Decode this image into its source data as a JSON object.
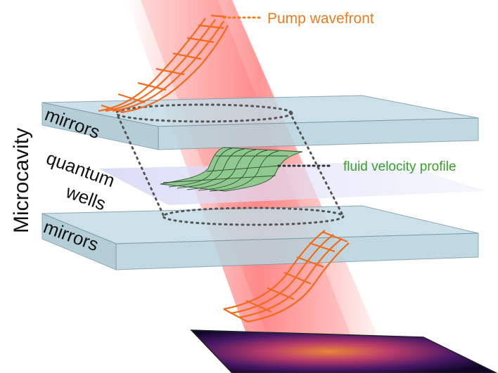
{
  "labels": {
    "pump_wavefront": "Pump wavefront",
    "fluid_velocity_profile": "fluid velocity profile",
    "microcavity": "Microcavity",
    "mirrors_top": "mirrors",
    "quantum": "quantum",
    "wells": "wells",
    "mirrors_bottom": "mirrors"
  },
  "colors": {
    "pump_label": "#f07a1e",
    "fluid_label": "#3ba02a",
    "wavefront": "#f26b1d",
    "beam": "#ff3b3b",
    "mirror_fill": "#b9d6e0",
    "mirror_edge": "#7d9aa6",
    "qw_plane": "#d9dcf6",
    "velocity_surface": "#8fc98f"
  },
  "icons": [
    "pump-wavefront-mesh",
    "fluid-velocity-surface",
    "emission-image"
  ]
}
